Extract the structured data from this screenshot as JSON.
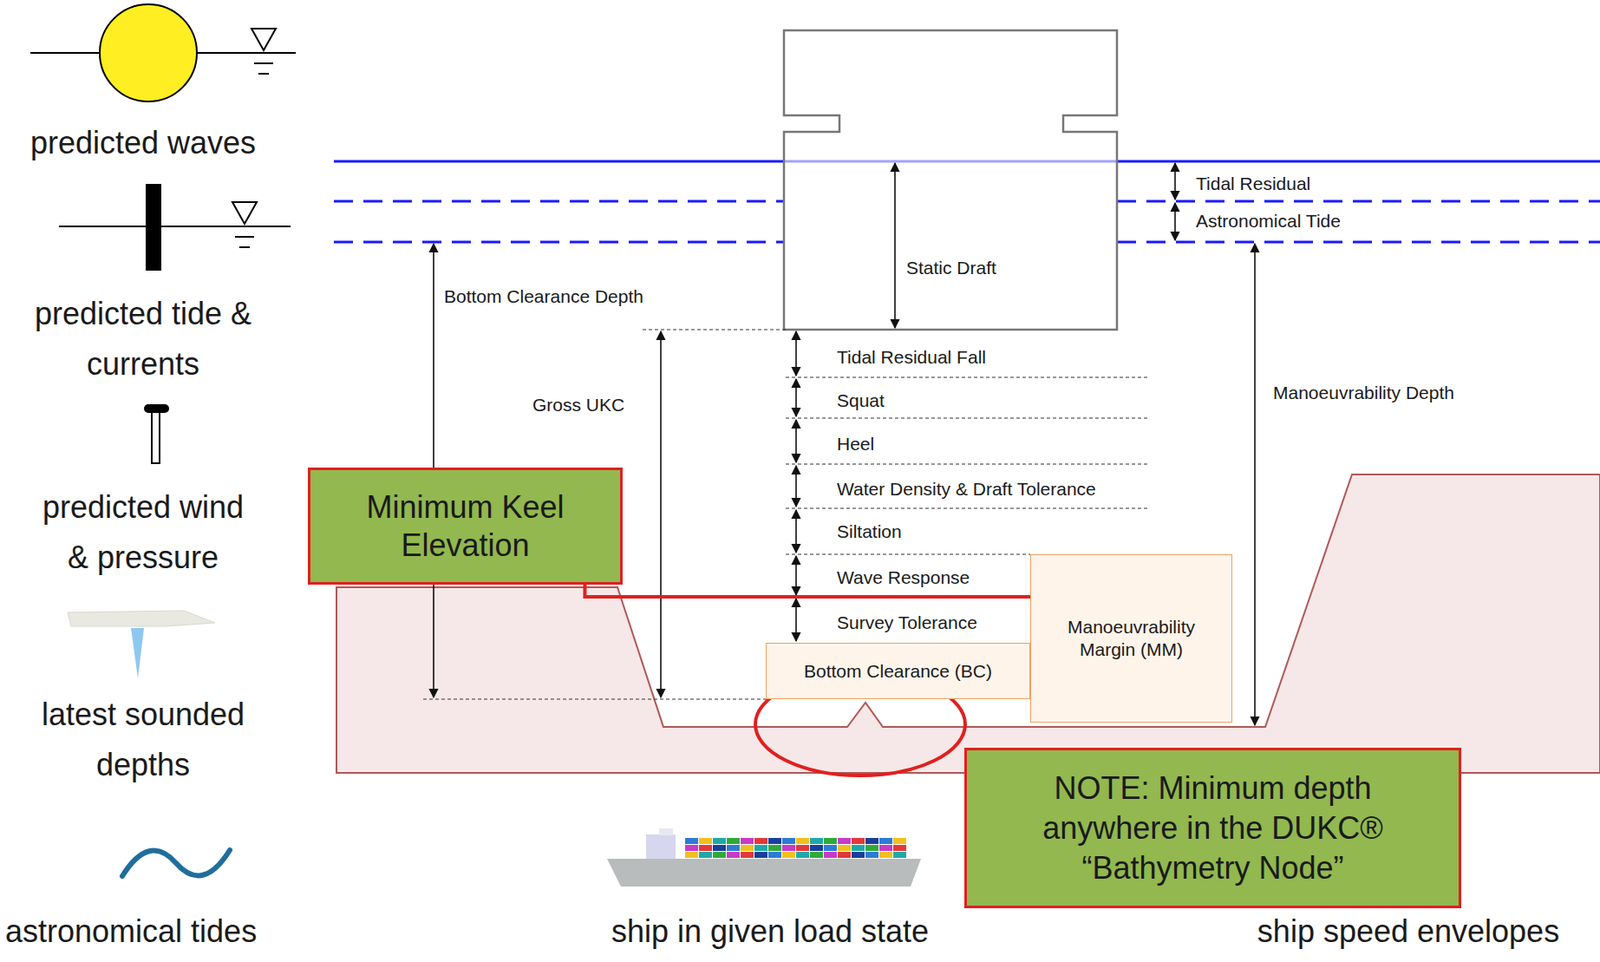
{
  "diagram": {
    "nodes": [
      {
        "text": [
          "Minimum Keel Elevation"
        ]
      },
      {
        "text": [
          "Bottom Clearance (BC)"
        ]
      },
      {
        "text": [
          "Manoeuvrability Margin (MM)"
        ]
      },
      {
        "text": [
          "NOTE: Minimum depth anywhere in the DUKC® “Bathymetry Node”"
        ]
      }
    ],
    "edges": [
      {
        "from": 0,
        "to": 2,
        "arrow": "none"
      }
    ],
    "labels": [
      "predicted waves",
      "predicted tide & currents",
      "predicted wind & pressure",
      "latest sounded depths",
      "astronomical tides",
      "Tidal Residual",
      "Astronomical Tide",
      "Static Draft",
      "Bottom Clearance Depth",
      "Gross UKC",
      "Tidal Residual Fall",
      "Squat",
      "Heel",
      "Water Density & Draft Tolerance",
      "Siltation",
      "Wave Response",
      "Survey Tolerance",
      "Manoeuvrability Depth",
      "ship in given load state",
      "ship speed envelopes"
    ]
  }
}
